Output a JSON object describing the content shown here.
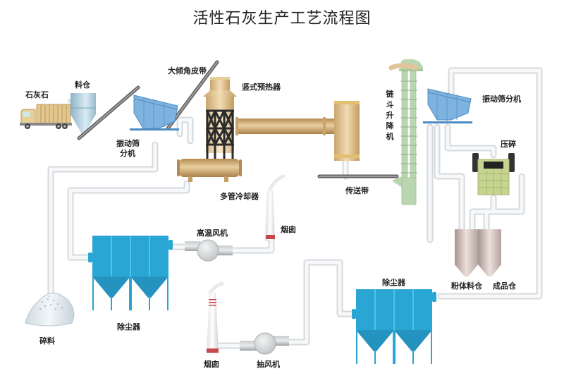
{
  "title": "活性石灰生产工艺流程图",
  "labels": {
    "limestone": "石灰石",
    "feed_bin": "料仓",
    "vibrating_screen_1": "振动筛分机",
    "vibrating_screen_1_line1": "振动筛",
    "vibrating_screen_1_line2": "分机",
    "steep_belt": "大倾角皮带",
    "vertical_preheater": "竖式预热器",
    "multi_tube_cooler": "多管冷却器",
    "chimney_1": "烟囱",
    "high_temp_fan": "高温风机",
    "dust_collector_1": "除尘器",
    "crushed_material": "碎料",
    "conveyor_belt": "传送带",
    "bucket_elevator": "链斗升降机",
    "vibrating_screen_2": "振动筛分机",
    "crusher": "压碎",
    "powder_bin": "粉体料仓",
    "product_bin": "成品仓",
    "dust_collector_2": "除尘器",
    "chimney_2": "烟囱",
    "exhaust_fan": "抽风机"
  },
  "colors": {
    "pipe": "#e6e8ea",
    "dust_collector": "#29a6d4",
    "screen": "#6fa8dc",
    "kiln": "#d9bf8f",
    "elevator": "#b9d6b0",
    "crusher": "#c7d48f",
    "silo": "#c9b9b3",
    "chimney_band": "#c8474c",
    "steel": "#2b2b2b"
  }
}
